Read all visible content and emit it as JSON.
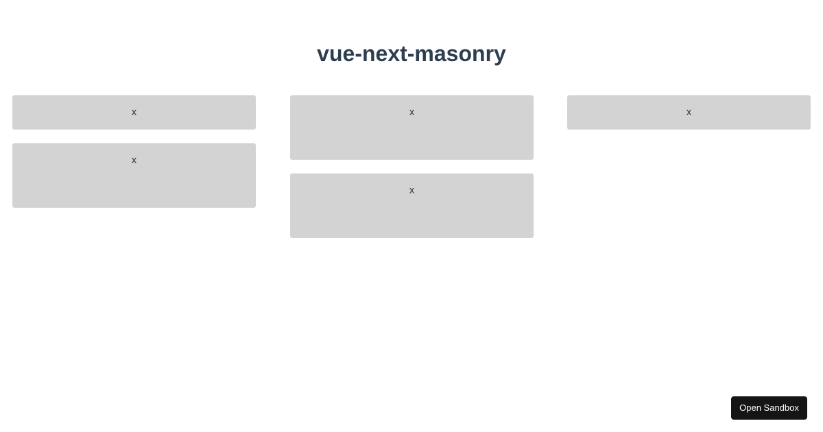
{
  "header": {
    "title": "vue-next-masonry"
  },
  "masonry": {
    "columns": [
      {
        "items": [
          {
            "label": "x"
          },
          {
            "label": "x"
          }
        ]
      },
      {
        "items": [
          {
            "label": "x"
          },
          {
            "label": "x"
          }
        ]
      },
      {
        "items": [
          {
            "label": "x"
          }
        ]
      }
    ]
  },
  "footer": {
    "open_sandbox_label": "Open Sandbox"
  },
  "colors": {
    "title_text": "#2c3e50",
    "card_background": "#d3d3d3",
    "button_background": "#151515",
    "button_text": "#ffffff"
  }
}
